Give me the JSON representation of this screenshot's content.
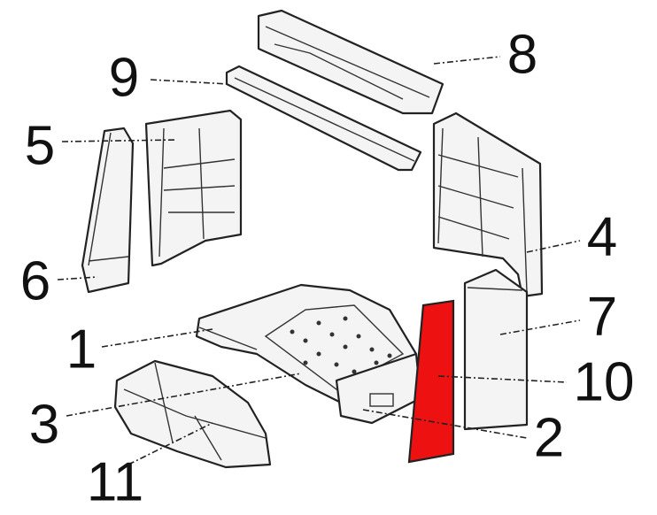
{
  "diagram": {
    "type": "exploded-parts-view",
    "highlight_color": "#ee1111",
    "highlighted_part": "10",
    "labels": {
      "p1": "1",
      "p2": "2",
      "p3": "3",
      "p4": "4",
      "p5": "5",
      "p6": "6",
      "p7": "7",
      "p8": "8",
      "p9": "9",
      "p10": "10",
      "p11": "11"
    }
  }
}
